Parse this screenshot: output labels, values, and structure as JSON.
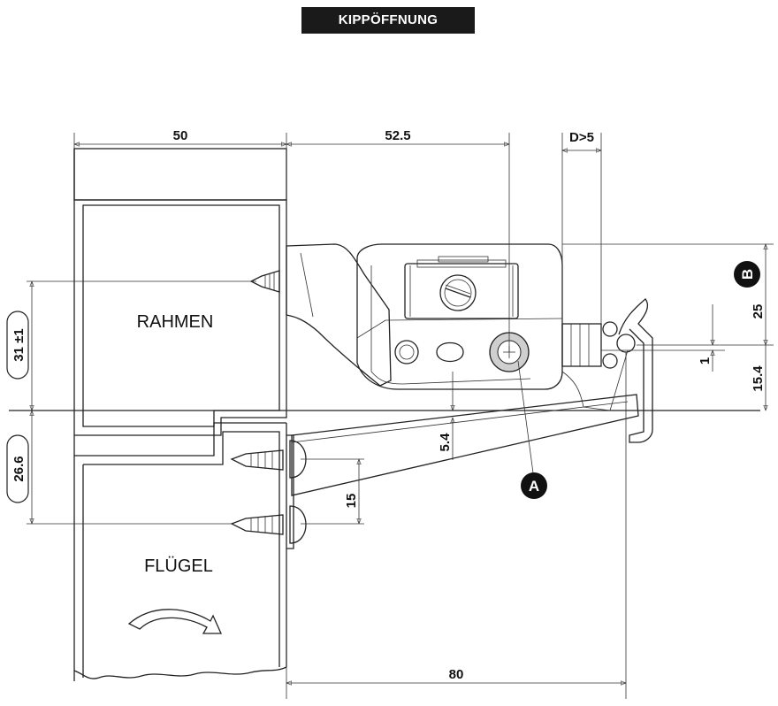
{
  "title": "KIPPÖFFNUNG",
  "labels": {
    "frame": "RAHMEN",
    "sash": "FLÜGEL"
  },
  "dimensions": {
    "frame_width": "50",
    "offset": "52.5",
    "gap": "D>5",
    "height_b": "25",
    "small_1": "1",
    "height_15_4": "15.4",
    "depth_5_4": "5.4",
    "screw_spacing": "15",
    "rebate_31": "31 ±1",
    "rebate_26_6": "26.6",
    "overall_80": "80"
  },
  "markers": {
    "a": "A",
    "b": "B"
  }
}
